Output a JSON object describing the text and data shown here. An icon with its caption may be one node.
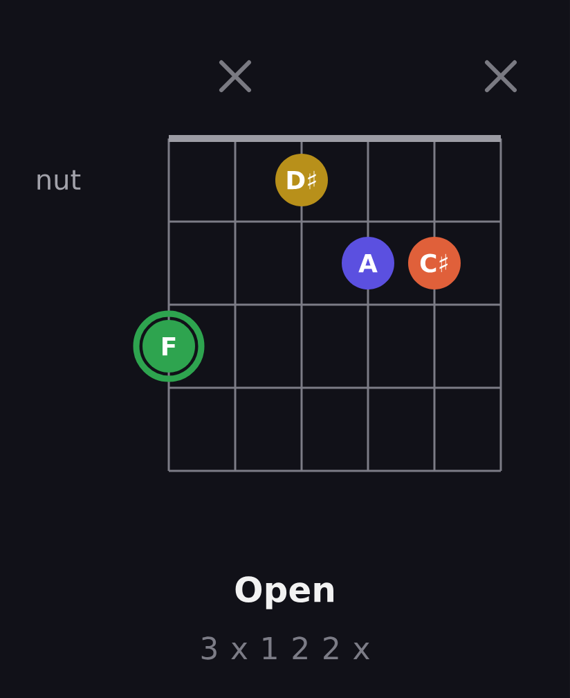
{
  "diagram": {
    "title": "Open",
    "nodes": [
      {
        "text": [
          "D♯"
        ]
      },
      {
        "text": [
          "A"
        ]
      },
      {
        "text": [
          "C♯"
        ]
      },
      {
        "text": [
          "F"
        ]
      }
    ],
    "labels": [
      "nut",
      "3 x 1 2 2 x"
    ]
  }
}
